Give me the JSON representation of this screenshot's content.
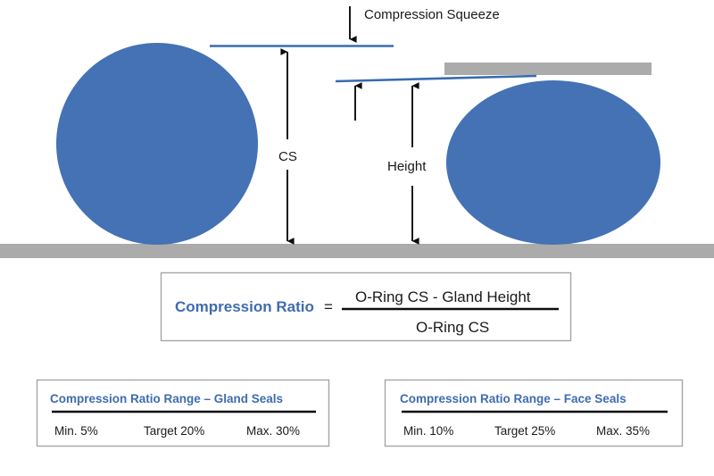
{
  "colors": {
    "oring_blue": "#4472B4",
    "accent_text_blue": "#3F6CAF",
    "surface_gray": "#ABABAB",
    "gland_line_blue": "#3A6BB0",
    "arrow_black": "#0D0D0D",
    "panel_border": "#A6A6A6",
    "background": "#FFFFFF"
  },
  "annotations": {
    "compression_squeeze": "Compression Squeeze",
    "cs": "CS",
    "height": "Height"
  },
  "formula": {
    "label": "Compression Ratio",
    "equals": "=",
    "numerator": "O-Ring CS - Gland Height",
    "denominator": "O-Ring CS"
  },
  "tables": [
    {
      "title": "Compression Ratio Range – Gland Seals",
      "cells": [
        "Min. 5%",
        "Target 20%",
        "Max. 30%"
      ]
    },
    {
      "title": "Compression Ratio Range – Face Seals",
      "cells": [
        "Min. 10%",
        "Target 25%",
        "Max. 35%"
      ]
    }
  ],
  "shapes": {
    "left_oring_name": "uncompressed-o-ring",
    "right_oring_name": "compressed-o-ring",
    "base_surface_name": "base-surface",
    "top_gland_surface_name": "gland-surface"
  }
}
